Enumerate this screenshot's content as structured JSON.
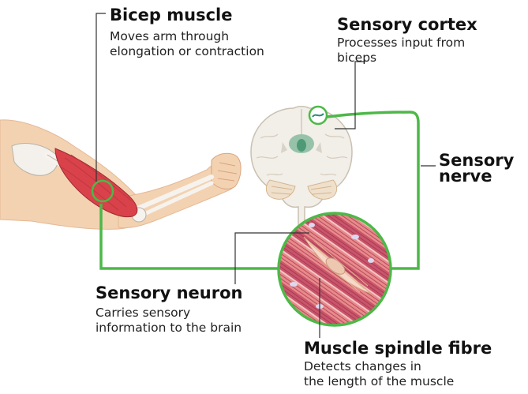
{
  "labels": {
    "bicep": {
      "title": "Bicep muscle",
      "lines": [
        "Moves arm through",
        "elongation or contraction"
      ]
    },
    "cortex": {
      "title": "Sensory cortex",
      "lines": [
        "Processes input from",
        "biceps"
      ]
    },
    "nerve": {
      "title_lines": [
        "Sensory",
        "nerve"
      ]
    },
    "neuron": {
      "title": "Sensory neuron",
      "lines": [
        "Carries sensory",
        "information to the brain"
      ]
    },
    "spindle": {
      "title": "Muscle spindle fibre",
      "lines": [
        "Detects changes in",
        "the length of the muscle"
      ]
    }
  },
  "colors": {
    "nerve_path": "#4db848",
    "muscle": "#d9424a",
    "skin": "#f3d2b2",
    "brain": "#f2eee8",
    "spindle_bg": "#f0b6b0"
  },
  "icons": [
    "arm-illustration",
    "brain-illustration",
    "spindle-magnified-illustration"
  ]
}
